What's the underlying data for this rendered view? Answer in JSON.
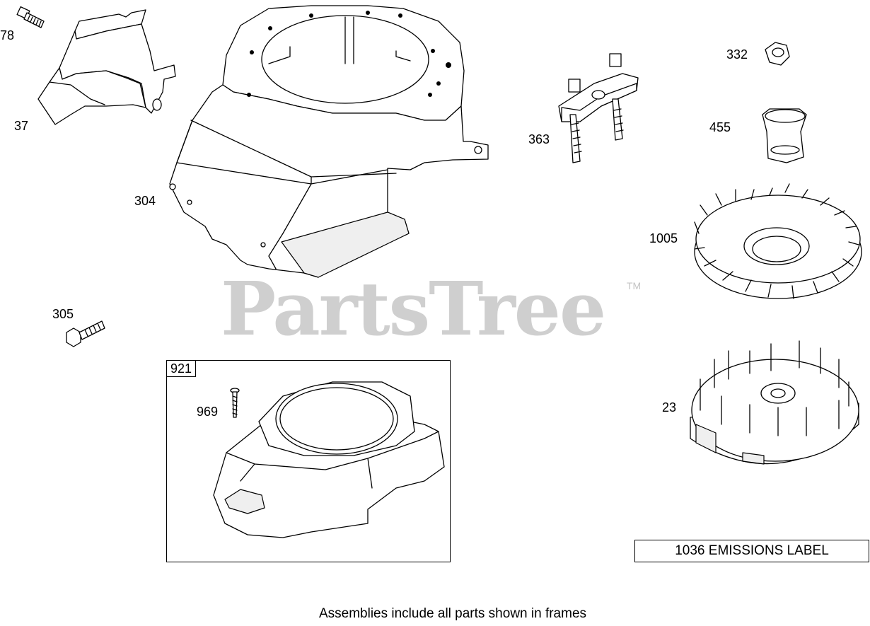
{
  "watermark": {
    "text": "PartsTree",
    "tm": "TM"
  },
  "parts": [
    {
      "id": "78",
      "name": "screw"
    },
    {
      "id": "37",
      "name": "air guide"
    },
    {
      "id": "304",
      "name": "blower housing"
    },
    {
      "id": "305",
      "name": "screw"
    },
    {
      "id": "363",
      "name": "bracket"
    },
    {
      "id": "332",
      "name": "nut"
    },
    {
      "id": "455",
      "name": "clutch"
    },
    {
      "id": "1005",
      "name": "flywheel"
    },
    {
      "id": "23",
      "name": "flywheel"
    },
    {
      "id": "921",
      "name": "blower housing assembly"
    },
    {
      "id": "969",
      "name": "screw"
    }
  ],
  "labels": {
    "p78": "78",
    "p37": "37",
    "p304": "304",
    "p305": "305",
    "p363": "363",
    "p332": "332",
    "p455": "455",
    "p1005": "1005",
    "p23": "23",
    "p921": "921",
    "p969": "969"
  },
  "emissions_label": "1036 EMISSIONS LABEL",
  "footer_note": "Assemblies include all parts shown in frames"
}
